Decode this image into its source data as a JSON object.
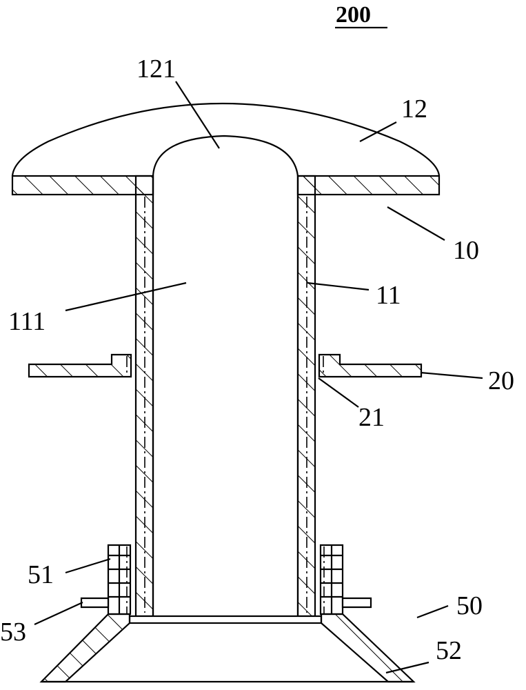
{
  "figure": {
    "number": "200",
    "labels": {
      "l10": "10",
      "l11": "11",
      "l111": "111",
      "l12": "12",
      "l121": "121",
      "l20": "20",
      "l21": "21",
      "l50": "50",
      "l51": "51",
      "l52": "52",
      "l53": "53"
    }
  }
}
